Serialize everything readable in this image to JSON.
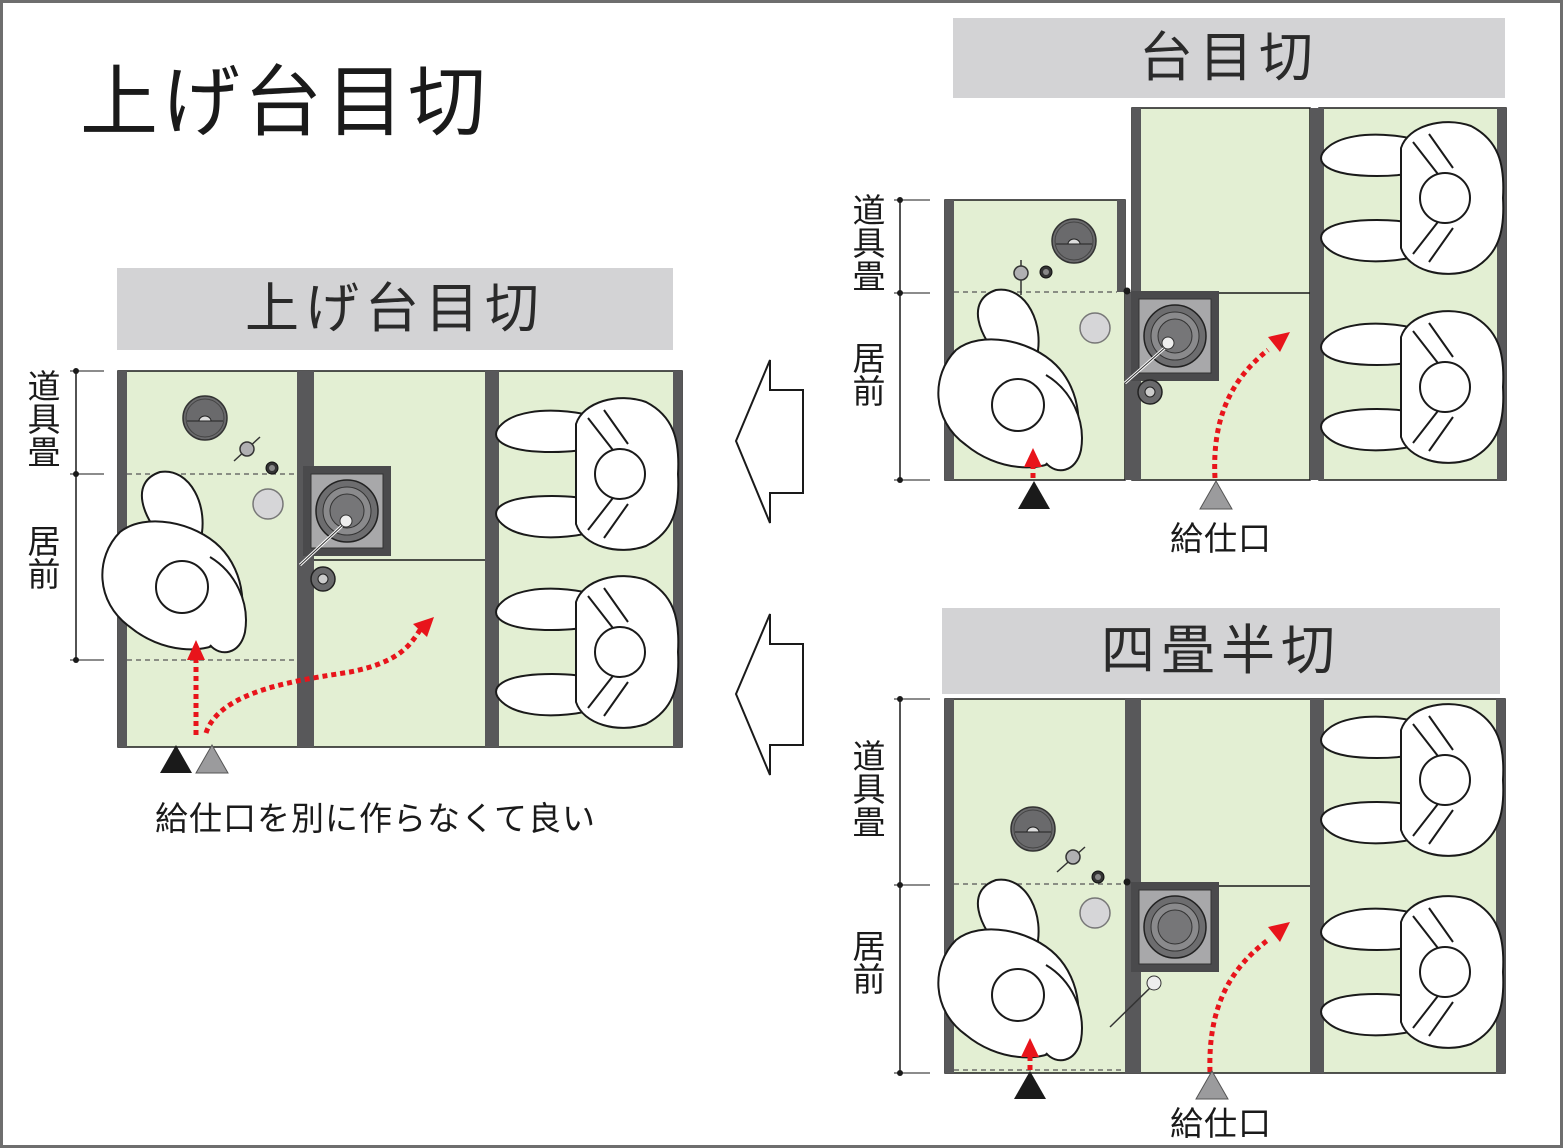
{
  "page_title": "上げ台目切",
  "left": {
    "title": "上げ台目切",
    "labels": {
      "dogu": "道具畳",
      "imae": "居前"
    },
    "caption": "給仕口を別に作らなくて良い"
  },
  "top_right": {
    "title": "台目切",
    "labels": {
      "dogu": "道具畳",
      "imae": "居前"
    },
    "kyujiguchi": "給仕口"
  },
  "bottom_right": {
    "title": "四畳半切",
    "labels": {
      "dogu": "道具畳",
      "imae": "居前"
    },
    "kyujiguchi": "給仕口"
  },
  "colors": {
    "tatami": "#e3efd3",
    "border": "#58585a",
    "banner": "#d3d3d5",
    "arrow_red": "#e8141b",
    "marker_black": "#1a1a1a",
    "marker_gray": "#9b9b9d"
  }
}
